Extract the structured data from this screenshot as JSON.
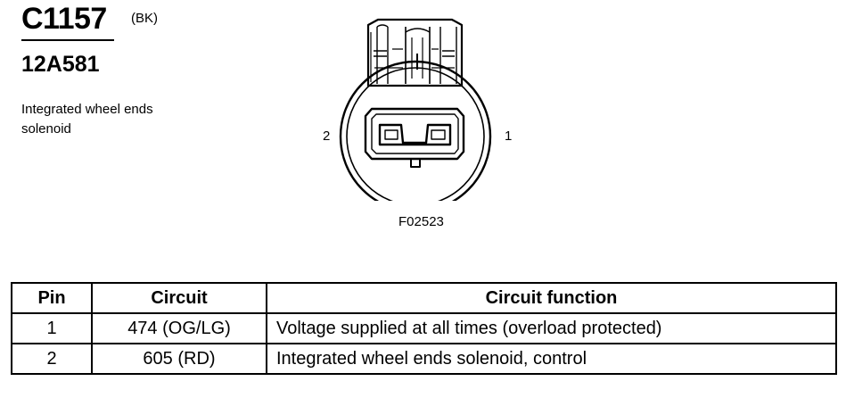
{
  "connector": {
    "id": "C1157",
    "color_code": "(BK)",
    "part_number": "12A581",
    "description": "Integrated wheel ends solenoid"
  },
  "diagram": {
    "pin_left_label": "2",
    "pin_right_label": "1",
    "figure_number": "F02523"
  },
  "table": {
    "headers": {
      "pin": "Pin",
      "circuit": "Circuit",
      "function": "Circuit function"
    },
    "rows": [
      {
        "pin": "1",
        "circuit": "474 (OG/LG)",
        "function": "Voltage supplied at all times (overload protected)"
      },
      {
        "pin": "2",
        "circuit": "605 (RD)",
        "function": "Integrated wheel ends solenoid, control"
      }
    ]
  }
}
